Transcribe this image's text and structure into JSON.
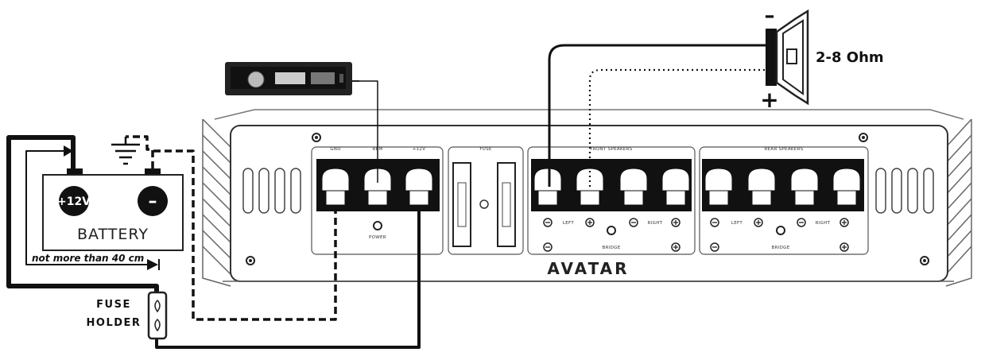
{
  "amplifier": {
    "brand": "AVATAR",
    "groups": {
      "power": [
        "GND",
        "REM",
        "+12V"
      ],
      "fuse": "FUSE",
      "front": "FRONT SPEAKERS",
      "rear": "REAR SPEAKERS"
    },
    "power_led_label": "POWER",
    "channel_labels": [
      "LEFT",
      "RIGHT"
    ],
    "bridge_label": "BRIDGE"
  },
  "battery": {
    "label": "BATTERY",
    "positive": "+12V",
    "negative": "–"
  },
  "speaker": {
    "impedance": "2-8 Ohm",
    "minus": "–",
    "plus": "+"
  },
  "fuse_holder": {
    "line1": "FUSE",
    "line2": "HOLDER"
  },
  "note": "not more than 40 cm",
  "colors": {
    "line": "#111111",
    "outline": "#333333",
    "terminal_block": "#111111",
    "background": "#ffffff"
  }
}
